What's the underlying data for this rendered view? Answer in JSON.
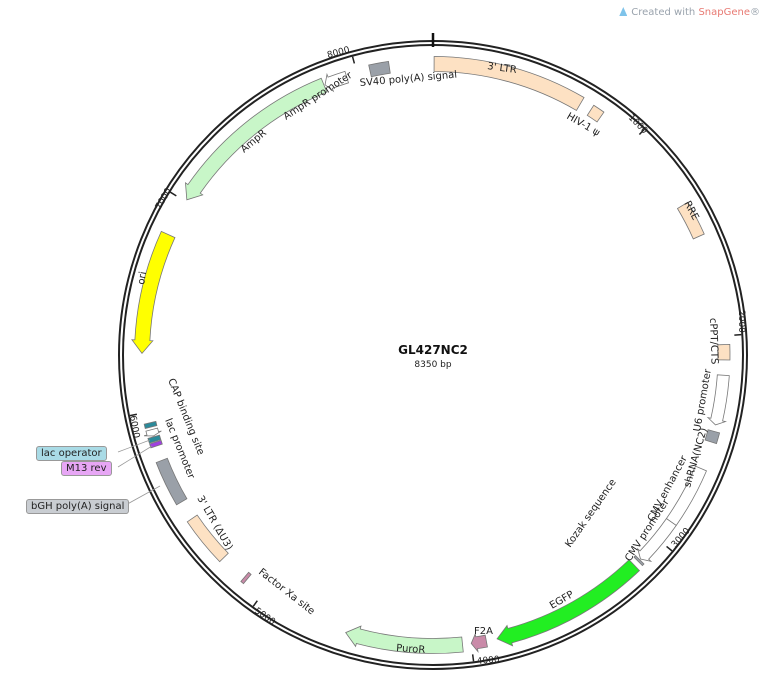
{
  "watermark": {
    "prefix": "Created with ",
    "brand": "SnapGene",
    "suffix": "®"
  },
  "plasmid": {
    "name": "GL427NC2",
    "size_label": "8350 bp",
    "length": 8350
  },
  "ticks": [
    "1000",
    "2000",
    "3000",
    "4000",
    "5000",
    "6000",
    "7000",
    "8000"
  ],
  "features": [
    {
      "name": "3' LTR",
      "start": 5,
      "end": 705,
      "color": "#fde1c3",
      "dir": 0
    },
    {
      "name": "HIV-1 ψ",
      "start": 760,
      "end": 815,
      "color": "#fde1c3",
      "dir": 0
    },
    {
      "name": "RRE",
      "start": 1370,
      "end": 1530,
      "color": "#fde1c3",
      "dir": 0
    },
    {
      "name": "cPPT/CTS",
      "start": 2040,
      "end": 2110,
      "color": "#fde1c3",
      "dir": 0
    },
    {
      "name": "U6 promoter",
      "start": 2180,
      "end": 2410,
      "color": "#ffffff",
      "dir": 1
    },
    {
      "name": "shRNA(NC2)",
      "start": 2440,
      "end": 2490,
      "color": "#9aa0a8",
      "dir": 0
    },
    {
      "name": "CMV enhancer",
      "start": 2620,
      "end": 2900,
      "color": "#ffffff",
      "dir": 0
    },
    {
      "name": "CMV promoter",
      "start": 2900,
      "end": 3120,
      "color": "#ffffff",
      "dir": 1
    },
    {
      "name": "Kozak sequence",
      "start": 3125,
      "end": 3135,
      "color": "#9aa0a8",
      "dir": 0
    },
    {
      "name": "EGFP",
      "start": 3160,
      "end": 3880,
      "color": "#22ee22",
      "dir": 1
    },
    {
      "name": "F2A",
      "start": 3930,
      "end": 4000,
      "color": "#c98aa8",
      "dir": 1
    },
    {
      "name": "PuroR",
      "start": 4040,
      "end": 4580,
      "color": "#c8f6c8",
      "dir": 1
    },
    {
      "name": "Factor Xa site",
      "start": 5095,
      "end": 5110,
      "color": "#c98aa8",
      "dir": 0
    },
    {
      "name": "3' LTR (ΔU3)",
      "start": 5240,
      "end": 5470,
      "color": "#fde1c3",
      "dir": 0
    },
    {
      "name": "bGH poly(A) signal",
      "start": 5560,
      "end": 5770,
      "color": "#9aa0a8",
      "dir": 0
    },
    {
      "name": "M13 rev",
      "start": 5840,
      "end": 5858,
      "color": "#a040e0",
      "dir": 0
    },
    {
      "name": "lac operator",
      "start": 5862,
      "end": 5884,
      "color": "#2a8a9a",
      "dir": 0
    },
    {
      "name": "lac promoter",
      "start": 5888,
      "end": 5918,
      "color": "#ffffff",
      "dir": -1
    },
    {
      "name": "CAP binding site",
      "start": 5930,
      "end": 5950,
      "color": "#2a8a9a",
      "dir": 0
    },
    {
      "name": "ori",
      "start": 6270,
      "end": 6830,
      "color": "#ffff00",
      "dir": -1
    },
    {
      "name": "AmpR",
      "start": 7010,
      "end": 7840,
      "color": "#c8f6c8",
      "dir": -1
    },
    {
      "name": "AmpR promoter",
      "start": 7845,
      "end": 7950,
      "color": "#ffffff",
      "dir": -1
    },
    {
      "name": "SV40 poly(A) signal",
      "start": 8060,
      "end": 8150,
      "color": "#9aa0a8",
      "dir": 0
    }
  ]
}
